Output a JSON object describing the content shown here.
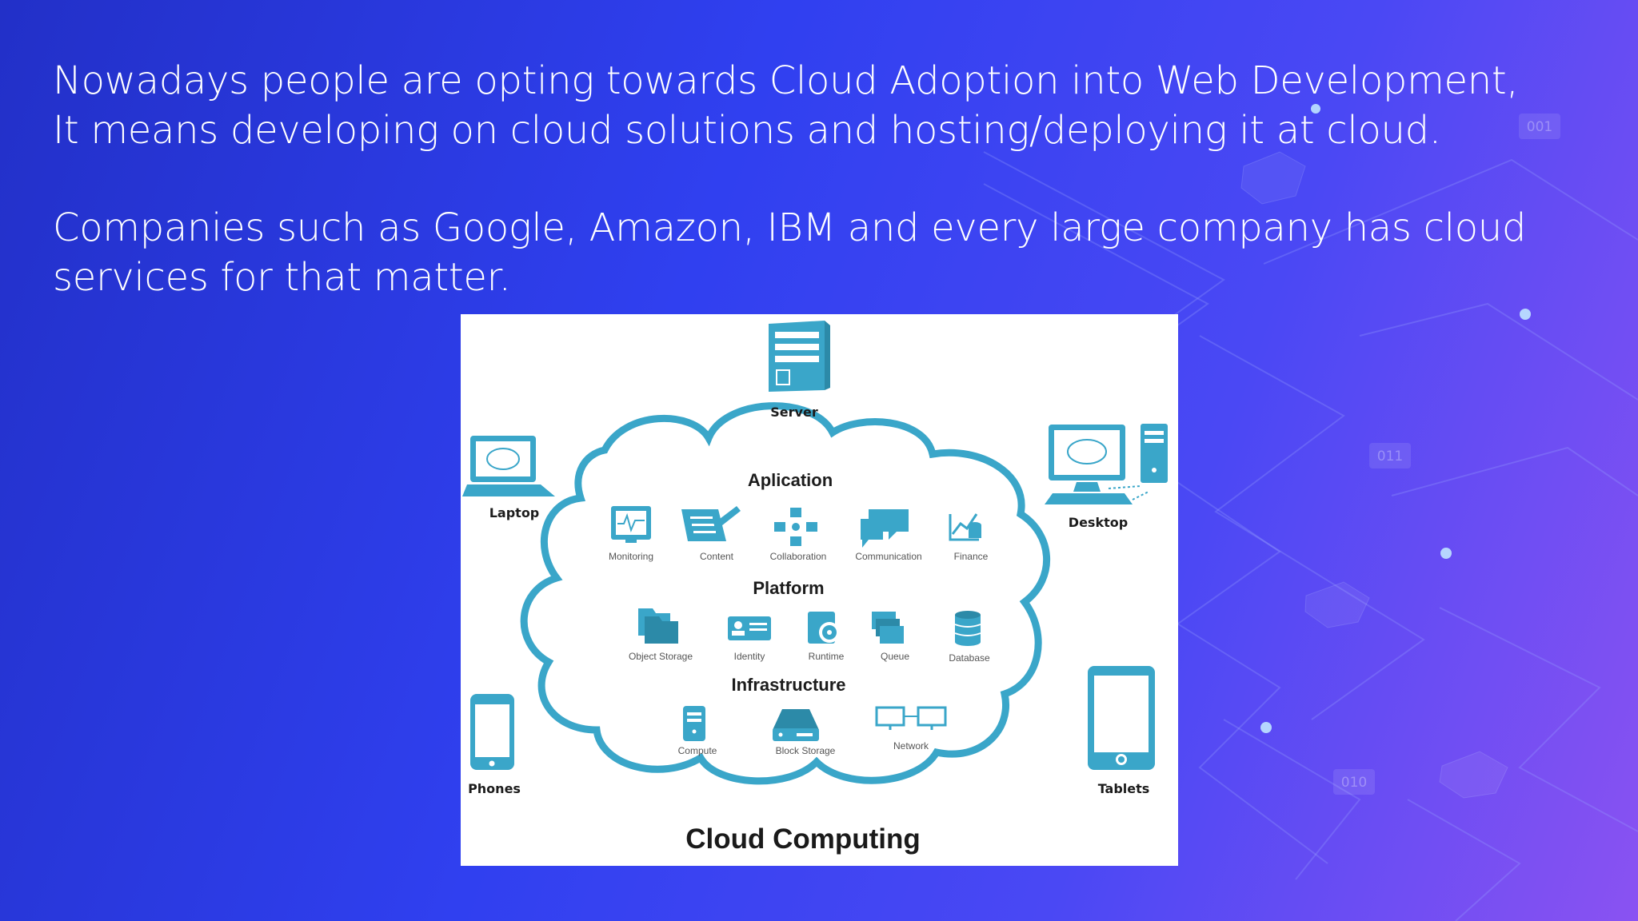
{
  "slide": {
    "paragraph1": {
      "line1": "Nowadays people are opting towards Cloud Adoption into Web Development,",
      "line2": "It means developing on cloud solutions and hosting/deploying it at cloud."
    },
    "paragraph2": {
      "line1": "Companies such as Google, Amazon, IBM and every large company has cloud",
      "line2": "services for that matter."
    },
    "background_tags": [
      "001",
      "011",
      "010"
    ]
  },
  "diagram": {
    "title": "Cloud Computing",
    "accent_color": "#3aa6c9",
    "devices": {
      "server": "Server",
      "laptop": "Laptop",
      "desktop": "Desktop",
      "phones": "Phones",
      "tablets": "Tablets"
    },
    "sections": {
      "application": {
        "label": "Aplication",
        "items": [
          "Monitoring",
          "Content",
          "Collaboration",
          "Communication",
          "Finance"
        ]
      },
      "platform": {
        "label": "Platform",
        "items": [
          "Object Storage",
          "Identity",
          "Runtime",
          "Queue",
          "Database"
        ]
      },
      "infrastructure": {
        "label": "Infrastructure",
        "items": [
          "Compute",
          "Block Storage",
          "Network"
        ]
      }
    }
  }
}
